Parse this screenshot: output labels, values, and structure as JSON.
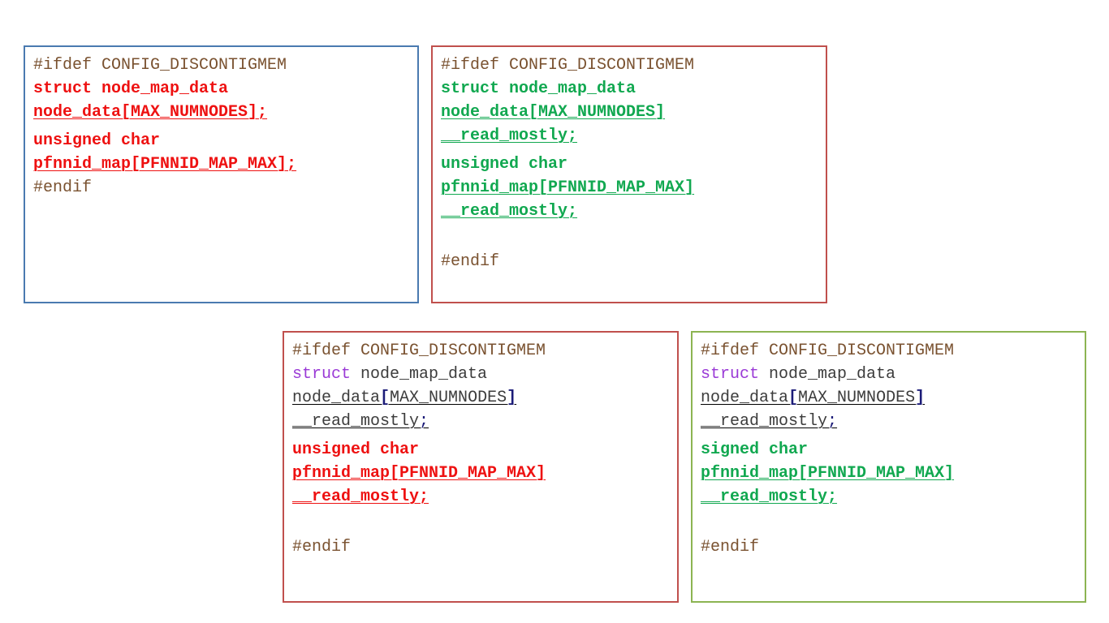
{
  "colors": {
    "box1_border": "#4a7ab0",
    "box2_border": "#c0504d",
    "box3_border": "#c0504d",
    "box4_border": "#8cb452",
    "directive": "#7a5230",
    "removed": "#ee1111",
    "added": "#11a850",
    "keyword": "#9a3ad6",
    "plain": "#3c3c3c",
    "bracket": "#1c1c78"
  },
  "panels": [
    {
      "ifdef": "#ifdef CONFIG_DISCONTIGMEM",
      "node_decl": "struct node_map_data",
      "node_array": "node_data[MAX_NUMNODES];",
      "pfn_type": "unsigned char",
      "pfn_array": "pfnnid_map[PFNNID_MAP_MAX];",
      "endif": "#endif"
    },
    {
      "ifdef": "#ifdef CONFIG_DISCONTIGMEM",
      "node_decl": "struct node_map_data",
      "node_array": "node_data[MAX_NUMNODES]",
      "node_attr": "__read_mostly;",
      "pfn_type": "unsigned char",
      "pfn_array": "pfnnid_map[PFNNID_MAP_MAX]",
      "pfn_attr": "__read_mostly;",
      "endif": "#endif"
    },
    {
      "ifdef": "#ifdef CONFIG_DISCONTIGMEM",
      "node_kw": "struct",
      "node_name": " node_map_data",
      "node_array_name": "node_data",
      "node_lb": "[",
      "node_size": "MAX_NUMNODES",
      "node_rb": "]",
      "node_attr": "__read_mostly",
      "node_semi": ";",
      "pfn_type": "unsigned char",
      "pfn_array": "pfnnid_map[PFNNID_MAP_MAX]",
      "pfn_attr": "__read_mostly;",
      "endif": "#endif"
    },
    {
      "ifdef": "#ifdef CONFIG_DISCONTIGMEM",
      "node_kw": "struct",
      "node_name": " node_map_data",
      "node_array_name": "node_data",
      "node_lb": "[",
      "node_size": "MAX_NUMNODES",
      "node_rb": "]",
      "node_attr": "__read_mostly",
      "node_semi": ";",
      "pfn_type": "signed char",
      "pfn_array": "pfnnid_map[PFNNID_MAP_MAX]",
      "pfn_attr": "__read_mostly;",
      "endif": "#endif"
    }
  ]
}
